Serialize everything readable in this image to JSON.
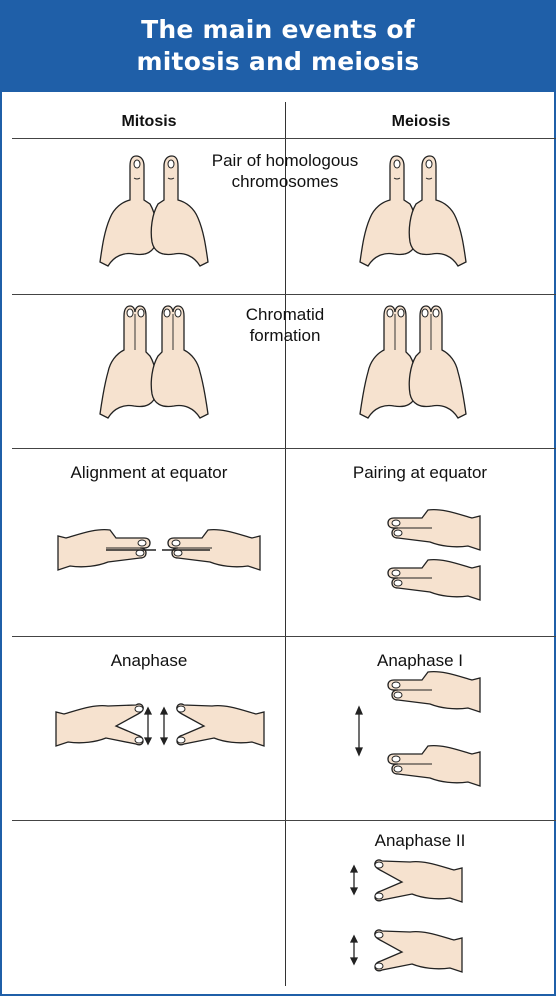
{
  "title": {
    "line1": "The main events of",
    "line2": "mitosis and meiosis"
  },
  "columns": {
    "left": "Mitosis",
    "right": "Meiosis"
  },
  "rows": {
    "homologous": {
      "label_line1": "Pair of homologous",
      "label_line2": "chromosomes"
    },
    "chromatid": {
      "label_line1": "Chromatid",
      "label_line2": "formation"
    },
    "alignment": {
      "left": "Alignment at equator",
      "right": "Pairing at equator"
    },
    "anaphase": {
      "left": "Anaphase",
      "right": "Anaphase I"
    },
    "anaphase2": {
      "right": "Anaphase II"
    }
  },
  "colors": {
    "brand": "#1f5fa8",
    "skin": "#f6e2cf",
    "line": "#333333"
  }
}
